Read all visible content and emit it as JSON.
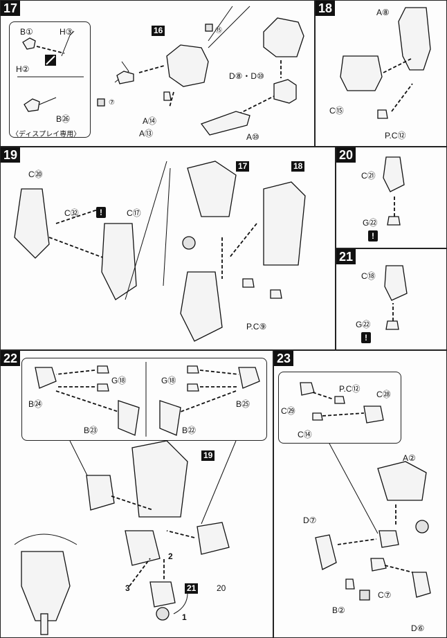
{
  "steps": {
    "s17": {
      "number": "17",
      "inset_parts": [
        "B①",
        "H③",
        "H②",
        "B㉖"
      ],
      "inset_note": "〈ディスプレイ専用〉",
      "ref_step": "16",
      "parts": [
        "A⑭",
        "A⑬",
        "D⑧・D⑩",
        "A⑩"
      ],
      "small_marks": [
        "⑮",
        "⑦"
      ]
    },
    "s18": {
      "number": "18",
      "parts": [
        "A⑧",
        "C⑮",
        "P.C⑫"
      ]
    },
    "s19": {
      "number": "19",
      "ref_steps": [
        "17",
        "18"
      ],
      "parts": [
        "C⑳",
        "C㉜",
        "C⑰",
        "P.C⑨"
      ],
      "warn": "!"
    },
    "s20": {
      "number": "20",
      "parts": [
        "C㉑",
        "G㉒"
      ],
      "warn": "!"
    },
    "s21": {
      "number": "21",
      "parts": [
        "C⑱",
        "G㉒"
      ],
      "warn": "!"
    },
    "s22": {
      "number": "22",
      "inset_parts": [
        "G⑱",
        "B㉔",
        "B㉓",
        "G⑱",
        "B㉕",
        "B㉒"
      ],
      "ref_step": "19",
      "ref_step2": "21",
      "ref_suffix": "20",
      "order": [
        "1",
        "2",
        "3"
      ]
    },
    "s23": {
      "number": "23",
      "inset_parts": [
        "P.C⑫",
        "C㉘",
        "C㉙",
        "C⑭"
      ],
      "parts": [
        "A②",
        "D⑦",
        "C⑦",
        "B②",
        "D⑥"
      ]
    }
  }
}
